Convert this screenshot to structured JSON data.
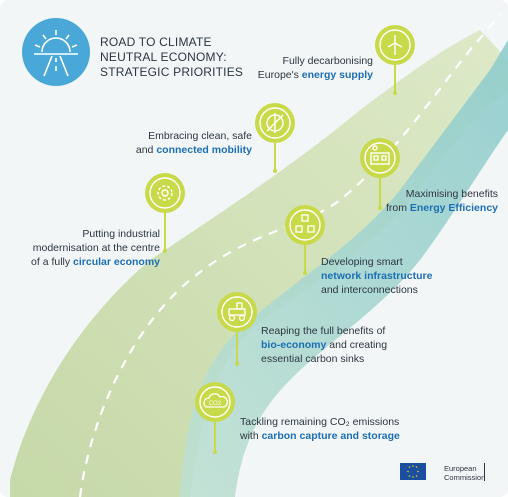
{
  "title": {
    "line1": "ROAD TO CLIMATE",
    "line2": "NEUTRAL ECONOMY:",
    "line3": "STRATEGIC PRIORITIES"
  },
  "priorities": [
    {
      "pre": "Fully decarbonising",
      "lead": "Europe's ",
      "highlight": "energy supply",
      "tail": "",
      "icon": "wind-turbine-icon"
    },
    {
      "pre": "Embracing clean, safe",
      "lead": "and ",
      "highlight": "connected mobility",
      "tail": "",
      "icon": "compass-icon"
    },
    {
      "pre": "Maximising benefits",
      "lead": "from ",
      "highlight": "Energy Efficiency",
      "tail": "",
      "icon": "building-icon"
    },
    {
      "pre": "Putting industrial",
      "line2": "modernisation at the centre",
      "lead": "of a fully ",
      "highlight": "circular economy",
      "tail": "",
      "icon": "circular-gear-icon"
    },
    {
      "pre": "Developing smart",
      "highlight": "network infrastructure",
      "post": "and interconnections",
      "icon": "network-cubes-icon"
    },
    {
      "pre": "Reaping the full benefits of",
      "highlight": "bio-economy",
      "lead_after": " and creating",
      "post": "essential carbon sinks",
      "icon": "tractor-icon"
    },
    {
      "pre": "Tackling remaining CO₂ emissions",
      "lead": "with ",
      "highlight": "carbon capture and storage",
      "tail": "",
      "icon": "co2-cloud-icon"
    }
  ],
  "footer": {
    "org_line1": "European",
    "org_line2": "Commission",
    "logo": "eu-flag-icon"
  },
  "colors": {
    "accent": "#1b6fb3",
    "pin_fill": "#c8d94a",
    "road_teal": "#a6d6d3",
    "road_green": "#c9dcb6",
    "sun_blue": "#4aa8d8"
  }
}
